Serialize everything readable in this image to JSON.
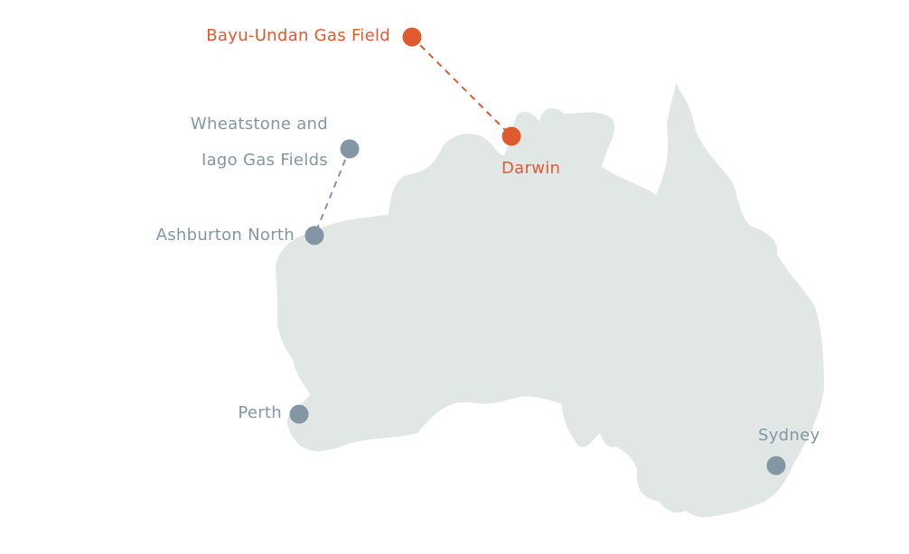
{
  "colors": {
    "land": "#e1e7e5",
    "highlight": "#e05a30",
    "marker": "#8396a3"
  },
  "locations": {
    "bayu_undan": {
      "label": "Bayu-Undan Gas Field",
      "highlight": true
    },
    "darwin": {
      "label": "Darwin",
      "highlight": true
    },
    "wheatstone": {
      "label_line1": "Wheatstone and",
      "label_line2": "Iago Gas Fields",
      "highlight": false
    },
    "ashburton": {
      "label": "Ashburton North",
      "highlight": false
    },
    "perth": {
      "label": "Perth",
      "highlight": false
    },
    "sydney": {
      "label": "Sydney",
      "highlight": false
    }
  }
}
